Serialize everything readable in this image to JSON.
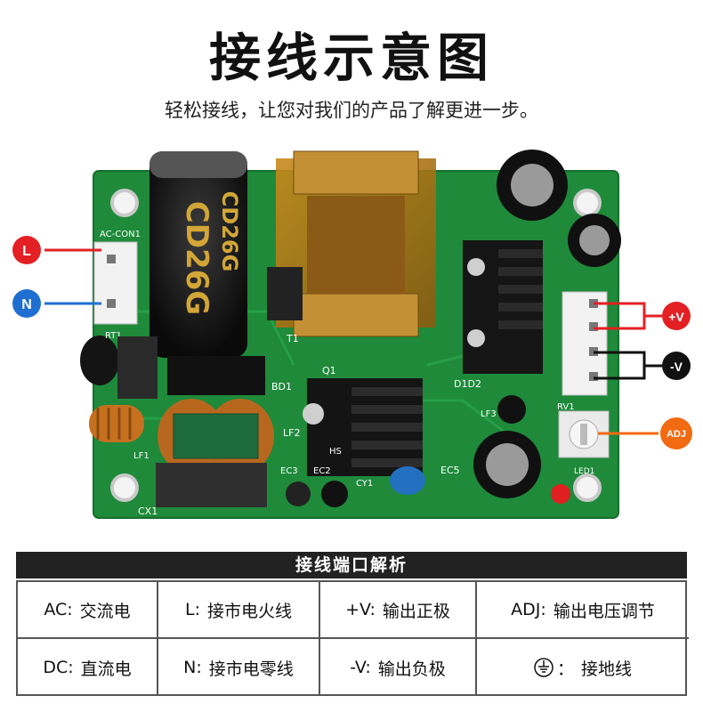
{
  "title": "接线示意图",
  "subtitle": "轻松接线，让您对我们的产品了解更进一步。",
  "board": {
    "tags": {
      "L": "L",
      "N": "N",
      "pos": "+V",
      "neg": "-V",
      "adj": "ADJ"
    },
    "silk": {
      "ac_con": "AC-CON1",
      "cap_text": "CD26G",
      "t1": "T1",
      "rt1": "RT1",
      "q1": "Q1",
      "bd1": "BD1",
      "d1d2": "D1D2",
      "lf3": "LF3",
      "rv1": "RV1",
      "lf1": "LF1",
      "lf2": "LF2",
      "hs": "HS",
      "ec2": "EC2",
      "ec3": "EC3",
      "cy1": "CY1",
      "ec5": "EC5",
      "led1": "LED1",
      "cx1": "CX1"
    },
    "colors": {
      "pcb": "#1e8a3a",
      "L": "#e32024",
      "N": "#1f6fd1",
      "pos": "#e32024",
      "neg": "#111111",
      "adj": "#f26a12"
    }
  },
  "table": {
    "header": "接线端口解析",
    "cells": [
      {
        "k": "AC:",
        "v": "交流电"
      },
      {
        "k": "L:",
        "v": "接市电火线"
      },
      {
        "k": "+V:",
        "v": "输出正极"
      },
      {
        "k": "ADJ:",
        "v": "输出电压调节"
      },
      {
        "k": "DC:",
        "v": "直流电"
      },
      {
        "k": "N:",
        "v": "接市电零线"
      },
      {
        "k": "-V:",
        "v": "输出负极"
      },
      {
        "k": "",
        "v": "接地线",
        "icon": "ground-icon"
      }
    ]
  }
}
